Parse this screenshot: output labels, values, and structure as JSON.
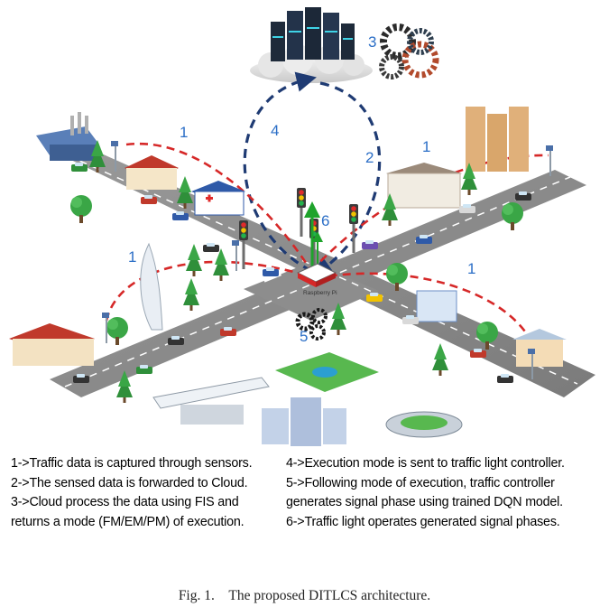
{
  "diagram": {
    "step_markers": {
      "sensor_left_top": "1",
      "sensor_right_top": "1",
      "sensor_left_mid": "1",
      "sensor_right_mid": "1",
      "upload": "2",
      "cloud_process": "3",
      "downlink": "4",
      "controller": "5",
      "signal": "6"
    },
    "controller_label": "Raspberry Pi"
  },
  "legend": {
    "left": [
      "1->Traffic data is captured through sensors.",
      "2->The sensed data is forwarded to Cloud.",
      "3->Cloud process the data using FIS and",
      "returns a mode (FM/EM/PM) of execution."
    ],
    "right": [
      "4->Execution mode is sent to traffic light controller.",
      "5->Following mode of execution, traffic controller",
      "generates signal phase using trained DQN model.",
      "6->Traffic light operates generated signal phases."
    ]
  },
  "caption": {
    "label": "Fig. 1.",
    "text": "The proposed DITLCS architecture."
  },
  "colors": {
    "road": "#8a8a8a",
    "sensor_link": "#d62828",
    "cloud_link": "#1f3b73",
    "label_blue": "#2c6fc7",
    "arrow_green": "#1fa32c"
  },
  "icons": [
    "cloud-server-icon",
    "gears-icon",
    "traffic-light-icon",
    "raspberry-pi-icon",
    "tree-icon",
    "building-icon",
    "car-icon",
    "sensor-pole-icon"
  ]
}
